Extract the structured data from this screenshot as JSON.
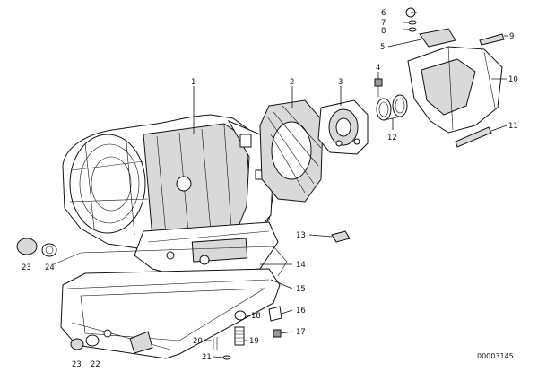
{
  "diagram": {
    "drawing_id": "00003145",
    "callouts": [
      {
        "id": "c1",
        "label": "1"
      },
      {
        "id": "c2",
        "label": "2"
      },
      {
        "id": "c3",
        "label": "3"
      },
      {
        "id": "c4",
        "label": "4"
      },
      {
        "id": "c5",
        "label": "5"
      },
      {
        "id": "c6",
        "label": "6"
      },
      {
        "id": "c7",
        "label": "7"
      },
      {
        "id": "c8",
        "label": "8"
      },
      {
        "id": "c9",
        "label": "9"
      },
      {
        "id": "c10",
        "label": "10"
      },
      {
        "id": "c11",
        "label": "11"
      },
      {
        "id": "c12",
        "label": "12"
      },
      {
        "id": "c13",
        "label": "13"
      },
      {
        "id": "c14",
        "label": "14"
      },
      {
        "id": "c15",
        "label": "15"
      },
      {
        "id": "c16",
        "label": "16"
      },
      {
        "id": "c17",
        "label": "17"
      },
      {
        "id": "c18",
        "label": "18"
      },
      {
        "id": "c19",
        "label": "19"
      },
      {
        "id": "c20",
        "label": "20"
      },
      {
        "id": "c21",
        "label": "21"
      },
      {
        "id": "c22",
        "label": "22"
      },
      {
        "id": "c23a",
        "label": "23"
      },
      {
        "id": "c24",
        "label": "24"
      },
      {
        "id": "c23b",
        "label": "23"
      }
    ]
  }
}
